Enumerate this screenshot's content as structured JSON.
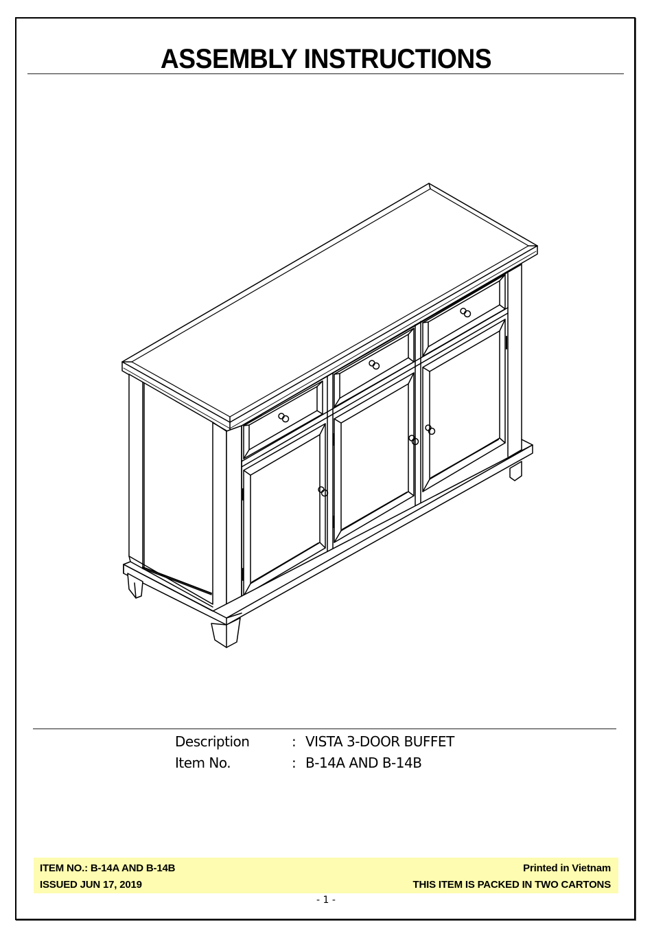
{
  "document": {
    "title": "ASSEMBLY INSTRUCTIONS",
    "illustration": {
      "subject": "isometric line drawing of a 3-door buffet cabinet with 3 drawers",
      "parts": [
        "top-panel",
        "drawer-left",
        "drawer-center",
        "drawer-right",
        "door-left",
        "door-center",
        "door-right",
        "side-panel",
        "base-plinth",
        "legs"
      ]
    },
    "info": [
      {
        "label": "Description",
        "separator": ":",
        "value": "VISTA 3-DOOR BUFFET"
      },
      {
        "label": "Item No.",
        "separator": ":",
        "value": "B-14A AND B-14B"
      }
    ],
    "footer": {
      "item_no": "ITEM NO.: B-14A AND B-14B",
      "issued": "ISSUED JUN 17, 2019",
      "printed_in": "Printed in Vietnam",
      "packing": "THIS ITEM IS PACKED IN TWO CARTONS",
      "band_color": "#fdfcb0"
    },
    "page_number": "- 1 -"
  }
}
